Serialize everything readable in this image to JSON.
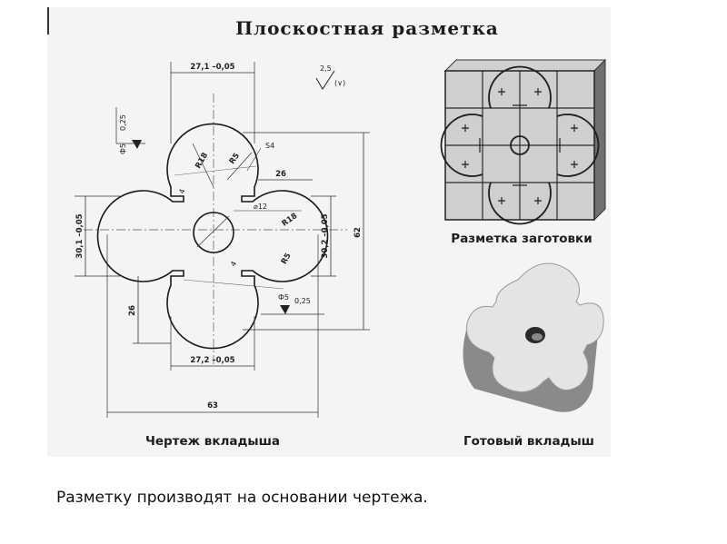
{
  "title": "Плоскостная разметка",
  "drawing": {
    "caption": "Чертеж вкладыша",
    "dims": {
      "top_width": "27,1 –0,05",
      "bottom_width": "27,2 –0,05",
      "overall_width": "63",
      "overall_height": "62",
      "left_height": "30,1 –0,05",
      "right_height": "30,2 –0,05",
      "lower_left": "26",
      "right_offset": "26",
      "r18_top": "R18",
      "r5_top": "R5",
      "r18_right": "R18",
      "r5_right": "R5",
      "slot_top": "S4",
      "hole": "⌀12",
      "slot_left": "4",
      "slot_bottom": "4",
      "roughness_main": "2,5",
      "roughness_v": "(∨)",
      "tol_left": "0,25",
      "tol_right": "0,25",
      "datum_left": "Ф5",
      "datum_right": "Ф5"
    }
  },
  "blank": {
    "caption": "Разметка заготовки"
  },
  "finished": {
    "caption": "Готовый вкладыш"
  },
  "slide_caption": "Разметку производят на основании чертежа."
}
